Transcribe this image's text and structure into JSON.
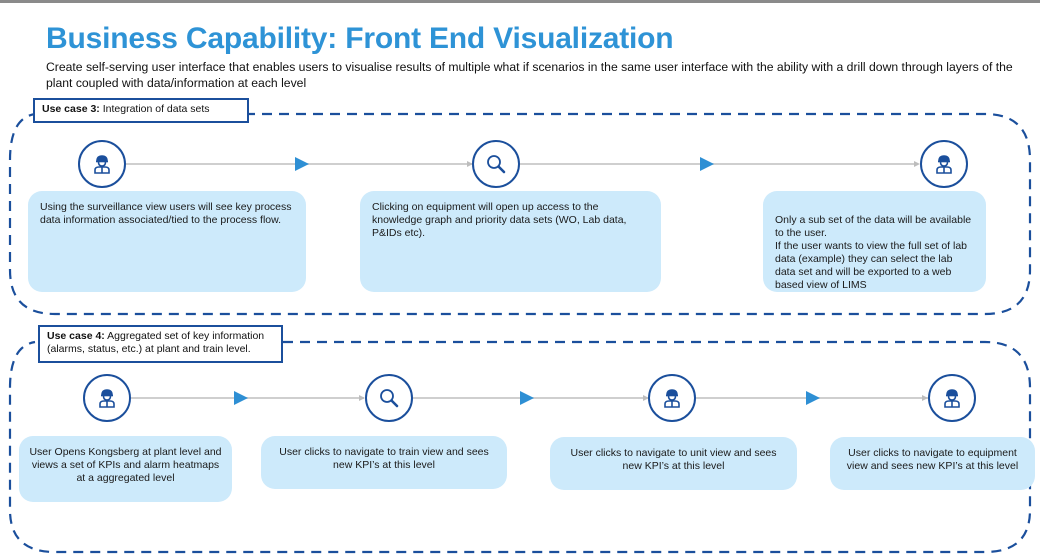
{
  "page": {
    "title": "Business Capability: Front End Visualization",
    "subtitle": "Create self-serving user interface that enables users to visualise results of multiple what if scenarios in the same user interface with the ability with a drill down through layers of the plant coupled with data/information at each level"
  },
  "colors": {
    "title": "#2e93d6",
    "frame": "#1b4f9c",
    "card": "#cdeafb",
    "arrow": "#2e8fd4",
    "connector": "#cfcfcf"
  },
  "use_case_3": {
    "label_bold": "Use case 3:",
    "label_text": " Integration of data sets",
    "steps": [
      {
        "icon": "worker-icon",
        "text": "Using the surveillance view users will see key process data information associated/tied to the process flow."
      },
      {
        "icon": "magnifier-icon",
        "text": "Clicking on equipment will open up access to the knowledge graph and priority data sets (WO, Lab data, P&IDs etc)."
      },
      {
        "icon": "worker-icon",
        "text": "Only a sub set of the data will be available to the user.\nIf the user wants to view the full set of lab data (example) they can select the lab data set and will be exported to a web based view of LIMS"
      }
    ]
  },
  "use_case_4": {
    "label_bold": "Use case 4:",
    "label_text": " Aggregated set of key information (alarms, status, etc.) at plant and train level.",
    "steps": [
      {
        "icon": "worker-icon",
        "text": "User Opens Kongsberg at plant level and views a set of KPIs and alarm heatmaps at a aggregated level"
      },
      {
        "icon": "magnifier-icon",
        "text": "User clicks to navigate to train view and sees new KPI’s at this level"
      },
      {
        "icon": "worker-icon",
        "text": "User clicks to navigate to unit view and sees new KPI’s at this level"
      },
      {
        "icon": "worker-icon",
        "text": "User clicks to navigate to equipment view and sees new KPI’s at this level"
      }
    ]
  }
}
